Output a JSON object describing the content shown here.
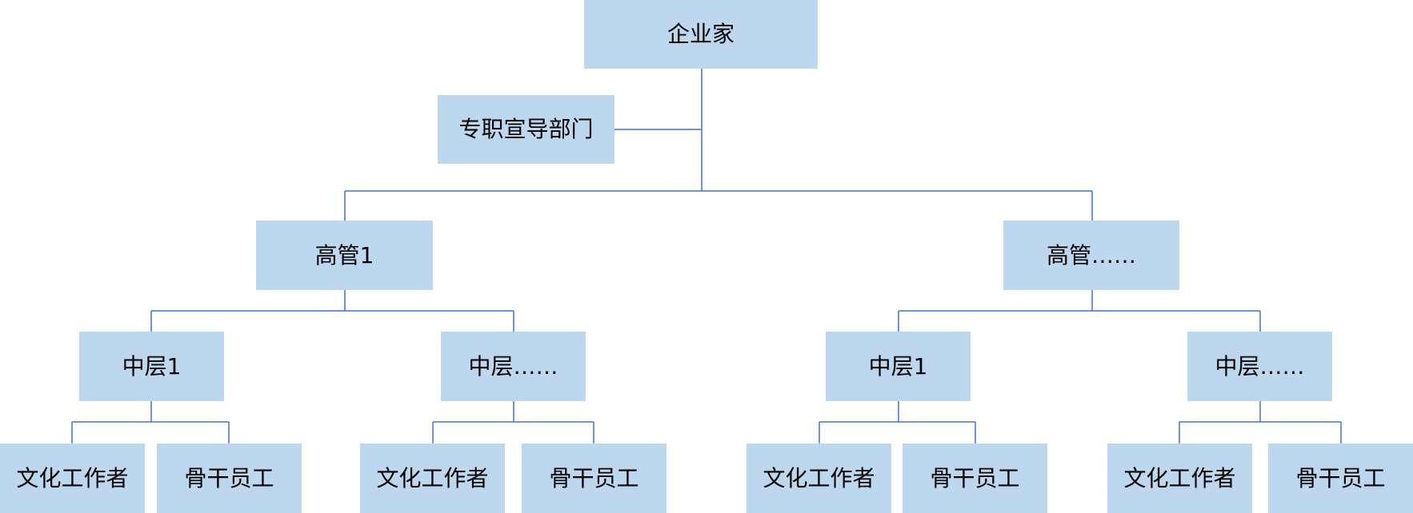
{
  "colors": {
    "node_fill": "#BDD7EE",
    "connector": "#4472C4",
    "text": "#000000"
  },
  "nodes": {
    "root": "企业家",
    "dept": "专职宣导部门",
    "exec_1": "高管1",
    "exec_2": "高管……",
    "mid_1": "中层1",
    "mid_2": "中层……",
    "mid_3": "中层1",
    "mid_4": "中层……",
    "leaf_1": "文化工作者",
    "leaf_2": "骨干员工",
    "leaf_3": "文化工作者",
    "leaf_4": "骨干员工",
    "leaf_5": "文化工作者",
    "leaf_6": "骨干员工",
    "leaf_7": "文化工作者",
    "leaf_8": "骨干员工"
  }
}
